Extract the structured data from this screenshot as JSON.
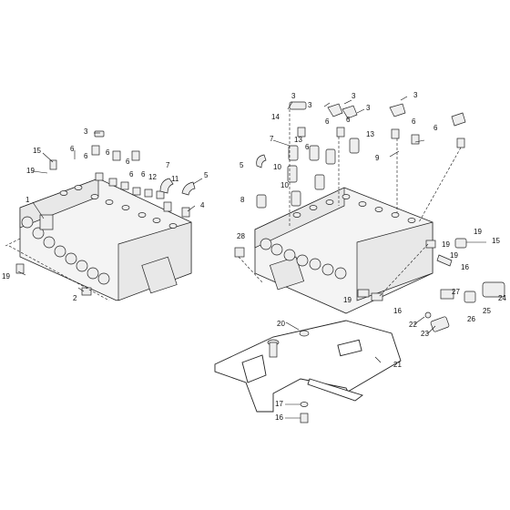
{
  "callouts": [
    {
      "id": "c-left-3",
      "text": "3"
    },
    {
      "id": "c-left-15",
      "text": "15"
    },
    {
      "id": "c-left-6a",
      "text": "6"
    },
    {
      "id": "c-left-6b",
      "text": "6"
    },
    {
      "id": "c-left-6c",
      "text": "6"
    },
    {
      "id": "c-left-6d",
      "text": "6"
    },
    {
      "id": "c-left-19",
      "text": "19"
    },
    {
      "id": "c-left-6e",
      "text": "6"
    },
    {
      "id": "c-left-6f",
      "text": "6"
    },
    {
      "id": "c-left-7",
      "text": "7"
    },
    {
      "id": "c-left-12",
      "text": "12"
    },
    {
      "id": "c-left-11",
      "text": "11"
    },
    {
      "id": "c-left-5",
      "text": "5"
    },
    {
      "id": "c-left-1",
      "text": "1"
    },
    {
      "id": "c-left-4",
      "text": "4"
    },
    {
      "id": "c-left-19b",
      "text": "19"
    },
    {
      "id": "c-left-2",
      "text": "2"
    },
    {
      "id": "c-r-3a",
      "text": "3"
    },
    {
      "id": "c-r-3b",
      "text": "3"
    },
    {
      "id": "c-r-3c",
      "text": "3"
    },
    {
      "id": "c-r-3d",
      "text": "3"
    },
    {
      "id": "c-r-3e",
      "text": "3"
    },
    {
      "id": "c-r-14",
      "text": "14"
    },
    {
      "id": "c-r-6a",
      "text": "6"
    },
    {
      "id": "c-r-6b",
      "text": "6"
    },
    {
      "id": "c-r-6c",
      "text": "6"
    },
    {
      "id": "c-r-6d",
      "text": "6"
    },
    {
      "id": "c-r-13a",
      "text": "13"
    },
    {
      "id": "c-r-13b",
      "text": "13"
    },
    {
      "id": "c-r-7",
      "text": "7"
    },
    {
      "id": "c-r-10",
      "text": "10"
    },
    {
      "id": "c-r-6e",
      "text": "6"
    },
    {
      "id": "c-r-9",
      "text": "9"
    },
    {
      "id": "c-r-5",
      "text": "5"
    },
    {
      "id": "c-r-10b",
      "text": "10"
    },
    {
      "id": "c-r-8",
      "text": "8"
    },
    {
      "id": "c-r-28",
      "text": "28"
    },
    {
      "id": "c-r-19a",
      "text": "19"
    },
    {
      "id": "c-r-15",
      "text": "15"
    },
    {
      "id": "c-r-19b",
      "text": "19"
    },
    {
      "id": "c-r-19c",
      "text": "19"
    },
    {
      "id": "c-r-16a",
      "text": "16"
    },
    {
      "id": "c-r-19d",
      "text": "19"
    },
    {
      "id": "c-r-16b",
      "text": "16"
    },
    {
      "id": "c-r-27",
      "text": "27"
    },
    {
      "id": "c-r-24",
      "text": "24"
    },
    {
      "id": "c-r-25",
      "text": "25"
    },
    {
      "id": "c-r-22",
      "text": "22"
    },
    {
      "id": "c-r-26",
      "text": "26"
    },
    {
      "id": "c-r-23",
      "text": "23"
    },
    {
      "id": "c-r-20",
      "text": "20"
    },
    {
      "id": "c-r-21",
      "text": "21"
    },
    {
      "id": "c-r-17",
      "text": "17"
    },
    {
      "id": "c-r-16c",
      "text": "16"
    }
  ]
}
